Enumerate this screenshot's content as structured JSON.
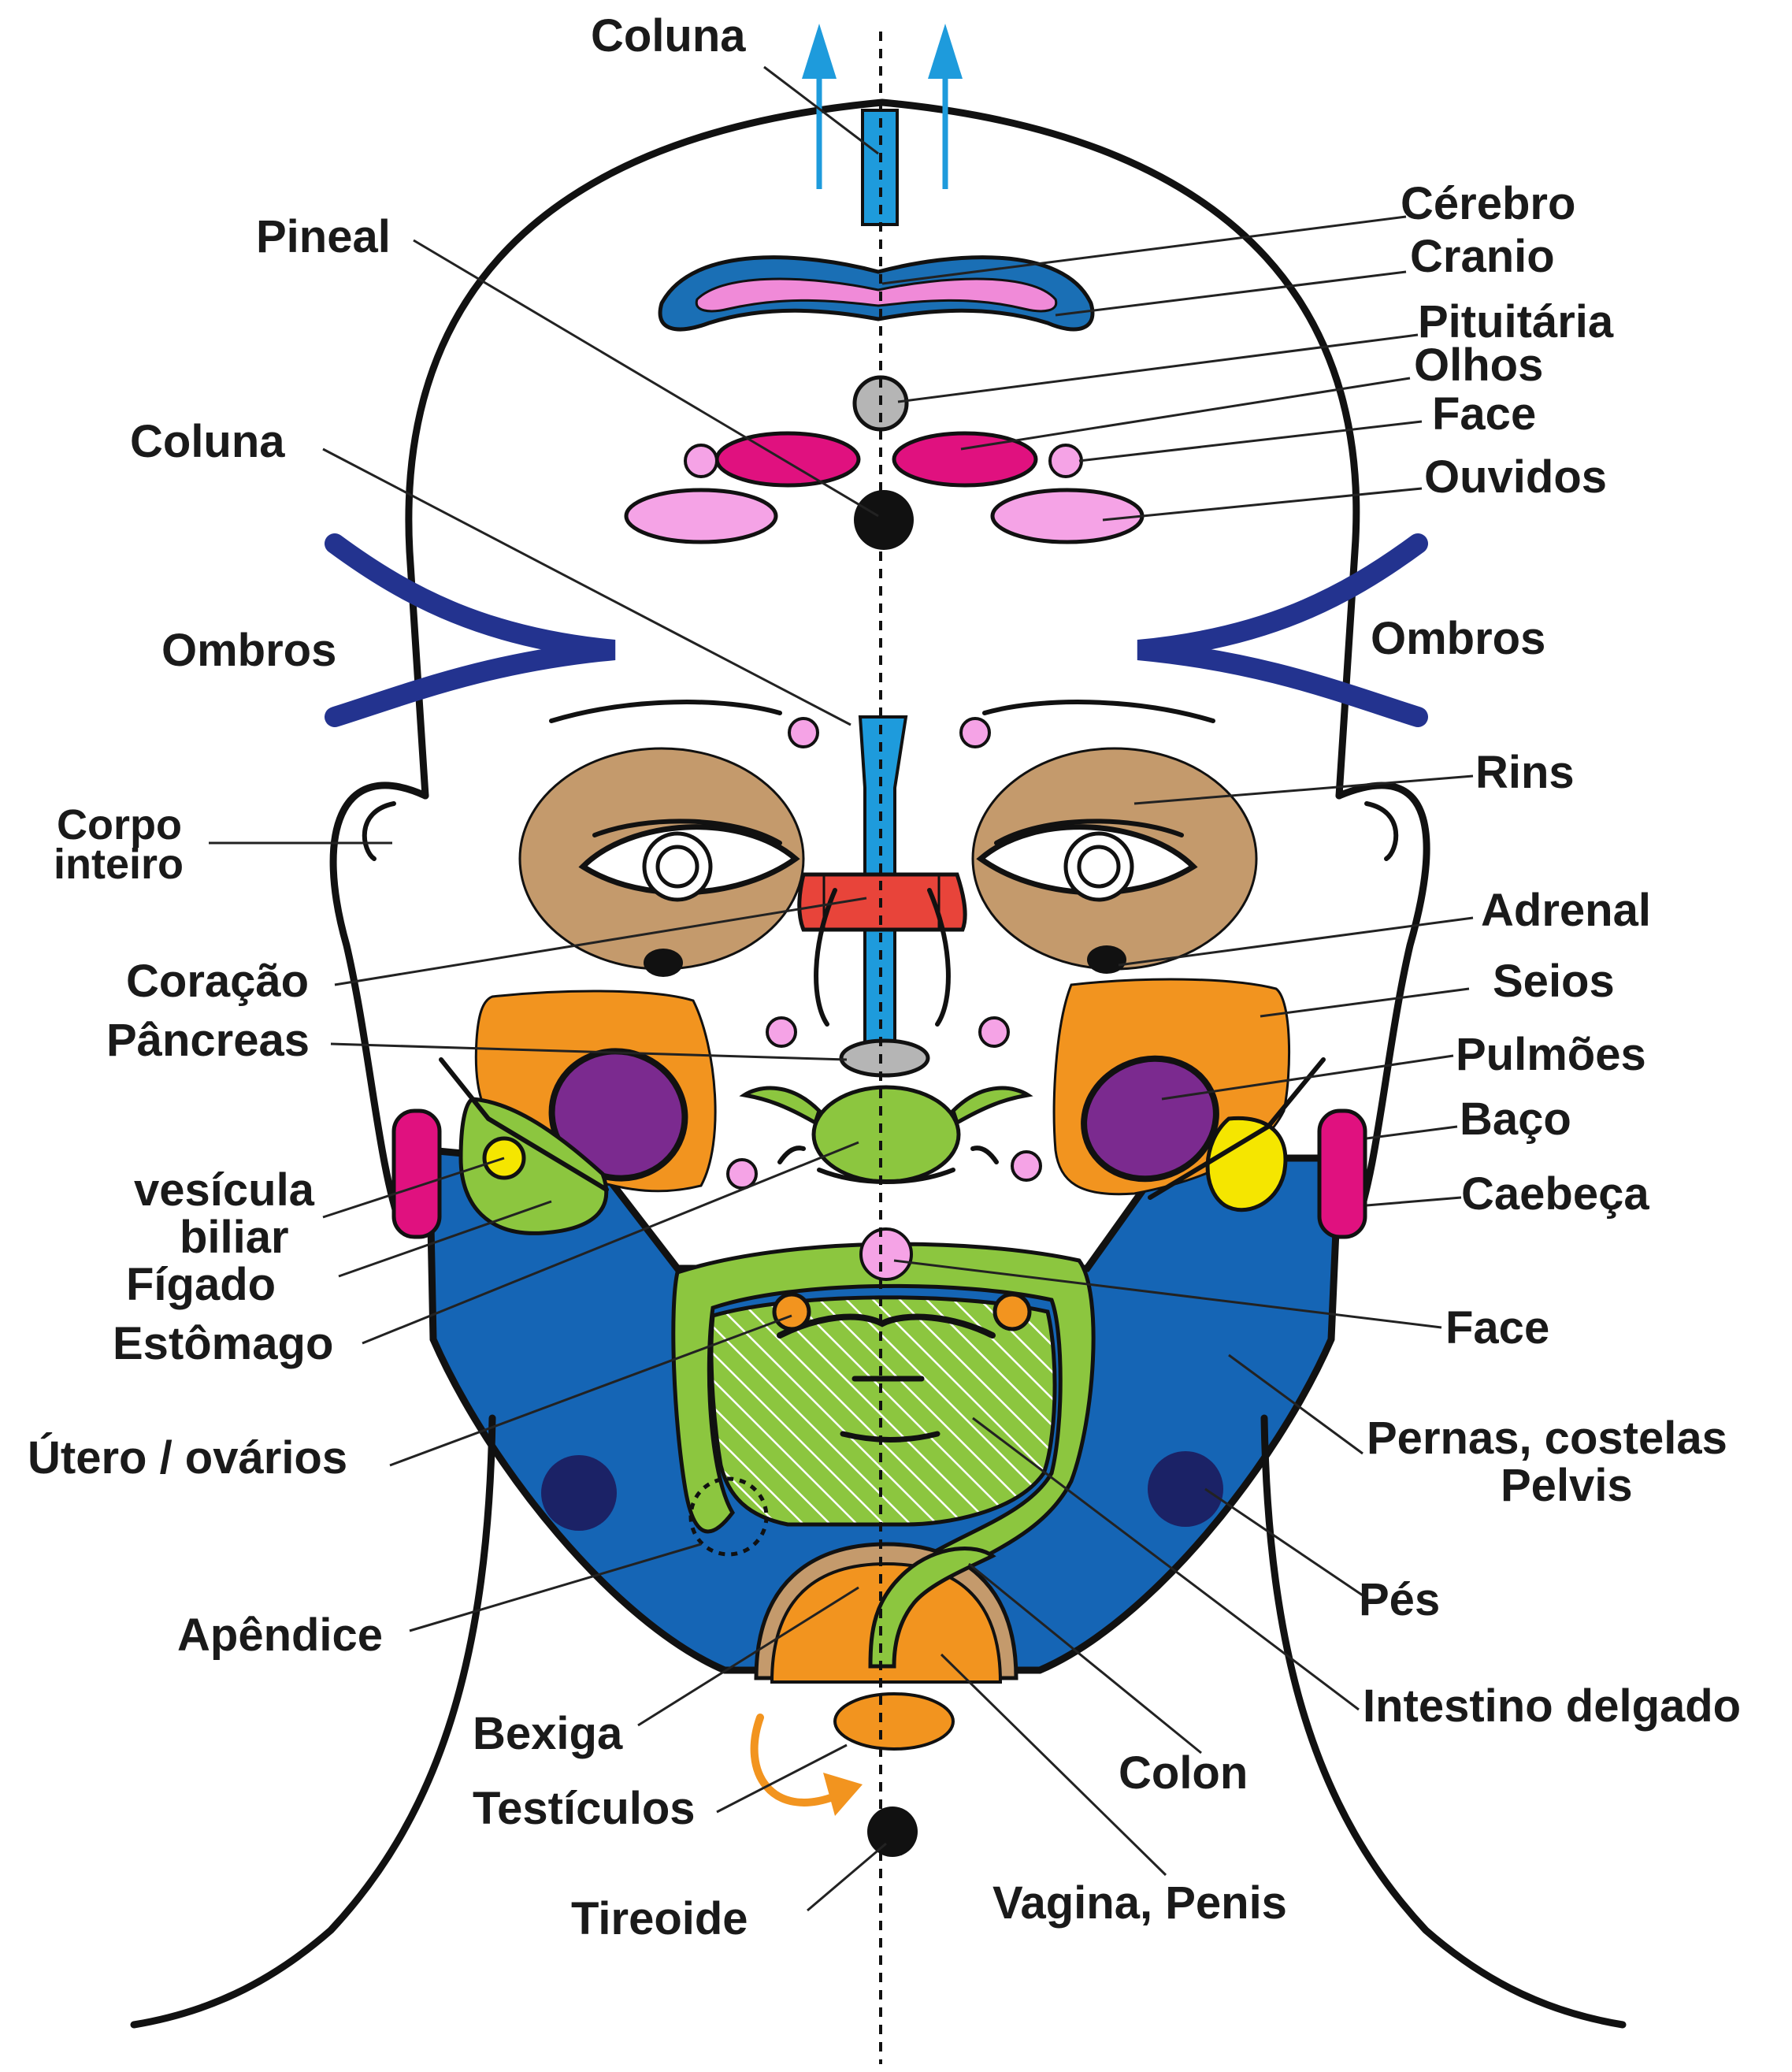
{
  "labels": {
    "coluna_top": "Coluna",
    "cerebro": "Cérebro",
    "cranio": "Cranio",
    "pineal": "Pineal",
    "pituitaria": "Pituitária",
    "olhos": "Olhos",
    "face_top": "Face",
    "ouvidos": "Ouvidos",
    "coluna_left": "Coluna",
    "ombros_left": "Ombros",
    "ombros_right": "Ombros",
    "rins": "Rins",
    "corpo_line1": "Corpo",
    "corpo_line2": "inteiro",
    "adrenal": "Adrenal",
    "coracao": "Coração",
    "seios": "Seios",
    "pancreas": "Pâncreas",
    "pulmoes": "Pulmões",
    "baco": "Baço",
    "vesicula_line1": "vesícula",
    "vesicula_line2": "biliar",
    "caebeca": "Caebeça",
    "figado": "Fígado",
    "estomago": "Estômago",
    "face_mid": "Face",
    "utero": "Útero / ovários",
    "pernas_line1": "Pernas, costelas",
    "pernas_line2": "Pelvis",
    "pes": "Pés",
    "apendice": "Apêndice",
    "intestino": "Intestino delgado",
    "bexiga": "Bexiga",
    "colon": "Colon",
    "testiculos": "Testículos",
    "tireoide": "Tireoide",
    "vagina": "Vagina, Penis"
  },
  "colors": {
    "outline": "#111111",
    "spine_blue": "#1e9bdc",
    "cranio_blue": "#1a6fb5",
    "cerebro_pink": "#f08ad8",
    "eyes_magenta": "#e0117f",
    "light_pink": "#f5a3e6",
    "pituitary_grey": "#b5b5b5",
    "shoulder_navy": "#23338f",
    "kidney_tan": "#c49a6c",
    "heart_red": "#e8443a",
    "sinus_orange": "#f2941f",
    "lung_purple": "#7b2a8f",
    "spleen_yellow": "#f5e600",
    "jaw_blue": "#1565b5",
    "feet_navy": "#1b2266",
    "intestine_green": "#8cc63f",
    "bladder_tan": "#c49a6c"
  }
}
